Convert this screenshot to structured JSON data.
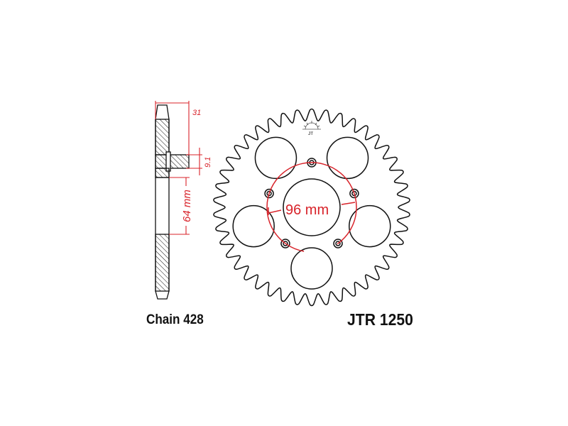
{
  "diagram": {
    "title": "JTR 1250",
    "chain_label": "Chain 428",
    "logo_text": "JT",
    "teeth": 42,
    "dimensions": {
      "offset": "31",
      "hub_thickness": "9.1",
      "center_bore": "64 mm",
      "bolt_circle": "96 mm"
    },
    "bolt_holes": 5,
    "lightening_holes": 5
  },
  "colors": {
    "line": "#111111",
    "dimension": "#d8232a"
  }
}
